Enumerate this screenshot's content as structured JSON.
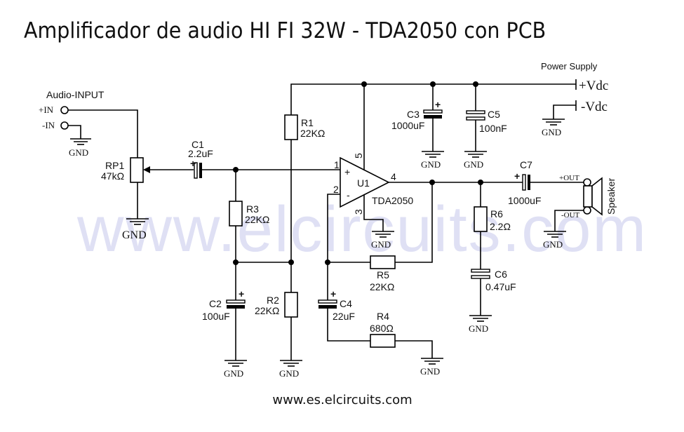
{
  "title": "Amplificador de audio HI FI 32W - TDA2050 con PCB",
  "footer": "www.es.elcircuits.com",
  "watermark": "www.elcircuits.com",
  "input": {
    "label": "Audio-INPUT",
    "plus": "+IN",
    "minus": "-IN"
  },
  "power": {
    "label": "Power Supply",
    "plus": "+Vdc",
    "minus": "-Vdc"
  },
  "gnd": "GND",
  "components": {
    "RP1": {
      "ref": "RP1",
      "value": "47kΩ"
    },
    "C1": {
      "ref": "C1",
      "value": "2.2uF"
    },
    "R1": {
      "ref": "R1",
      "value": "22KΩ"
    },
    "R2": {
      "ref": "R2",
      "value": "22KΩ"
    },
    "R3": {
      "ref": "R3",
      "value": "22KΩ"
    },
    "C2": {
      "ref": "C2",
      "value": "100uF"
    },
    "U1": {
      "ref": "U1",
      "value": "TDA2050",
      "pin1": "1",
      "pin2": "2",
      "pin3": "3",
      "pin4": "4",
      "pin5": "5",
      "plus": "+",
      "minus": "-"
    },
    "C3": {
      "ref": "C3",
      "value": "1000uF"
    },
    "C5": {
      "ref": "C5",
      "value": "100nF"
    },
    "C4": {
      "ref": "C4",
      "value": "22uF"
    },
    "R5": {
      "ref": "R5",
      "value": "22KΩ"
    },
    "R4": {
      "ref": "R4",
      "value": "680Ω"
    },
    "R6": {
      "ref": "R6",
      "value": "2.2Ω"
    },
    "C6": {
      "ref": "C6",
      "value": "0.47uF"
    },
    "C7": {
      "ref": "C7",
      "value": "1000uF"
    }
  },
  "output": {
    "plus": "+OUT",
    "minus": "-OUT",
    "speaker": "Speaker"
  },
  "polarity_mark": "+"
}
